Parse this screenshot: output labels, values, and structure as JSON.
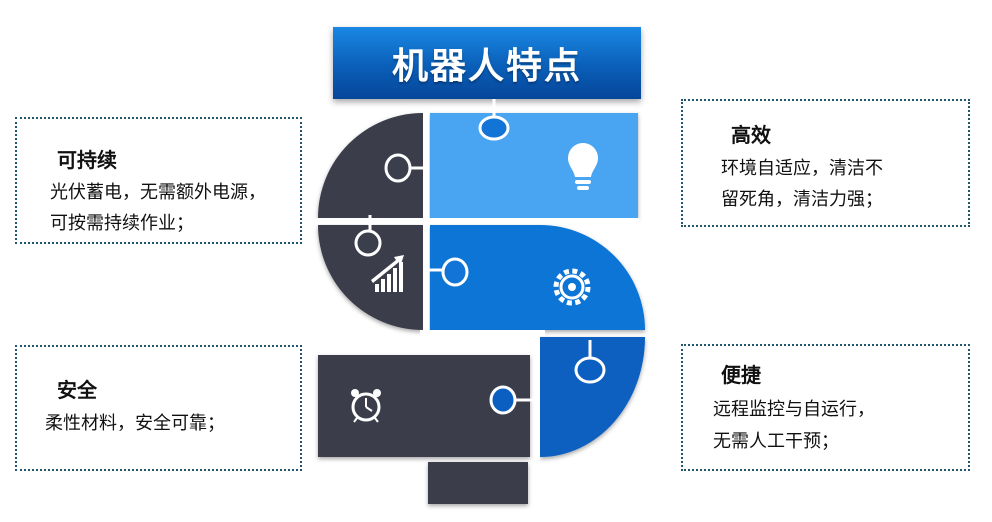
{
  "title": "机器人特点",
  "features": [
    {
      "id": "sustainable",
      "title": "可持续",
      "lines": [
        "光伏蓄电，无需额外电源，",
        "可按需持续作业；"
      ]
    },
    {
      "id": "efficient",
      "title": "高效",
      "lines": [
        "环境自适应，清洁不",
        "留死角，清洁力强；"
      ]
    },
    {
      "id": "safe",
      "title": "安全",
      "lines": [
        "柔性材料，安全可靠；"
      ]
    },
    {
      "id": "convenient",
      "title": "便捷",
      "lines": [
        "远程监控与自运行，",
        "无需人工干预；"
      ]
    }
  ],
  "icons": {
    "bulb": "lightbulb-icon",
    "gear": "gear-icon",
    "chart": "growth-chart-icon",
    "clock": "alarm-clock-icon"
  },
  "colors": {
    "dark": "#3b3e4b",
    "light_blue": "#4aa4f2",
    "mid_blue": "#1174d6",
    "deep_blue": "#0b5fc0",
    "box_border": "#22556e"
  }
}
